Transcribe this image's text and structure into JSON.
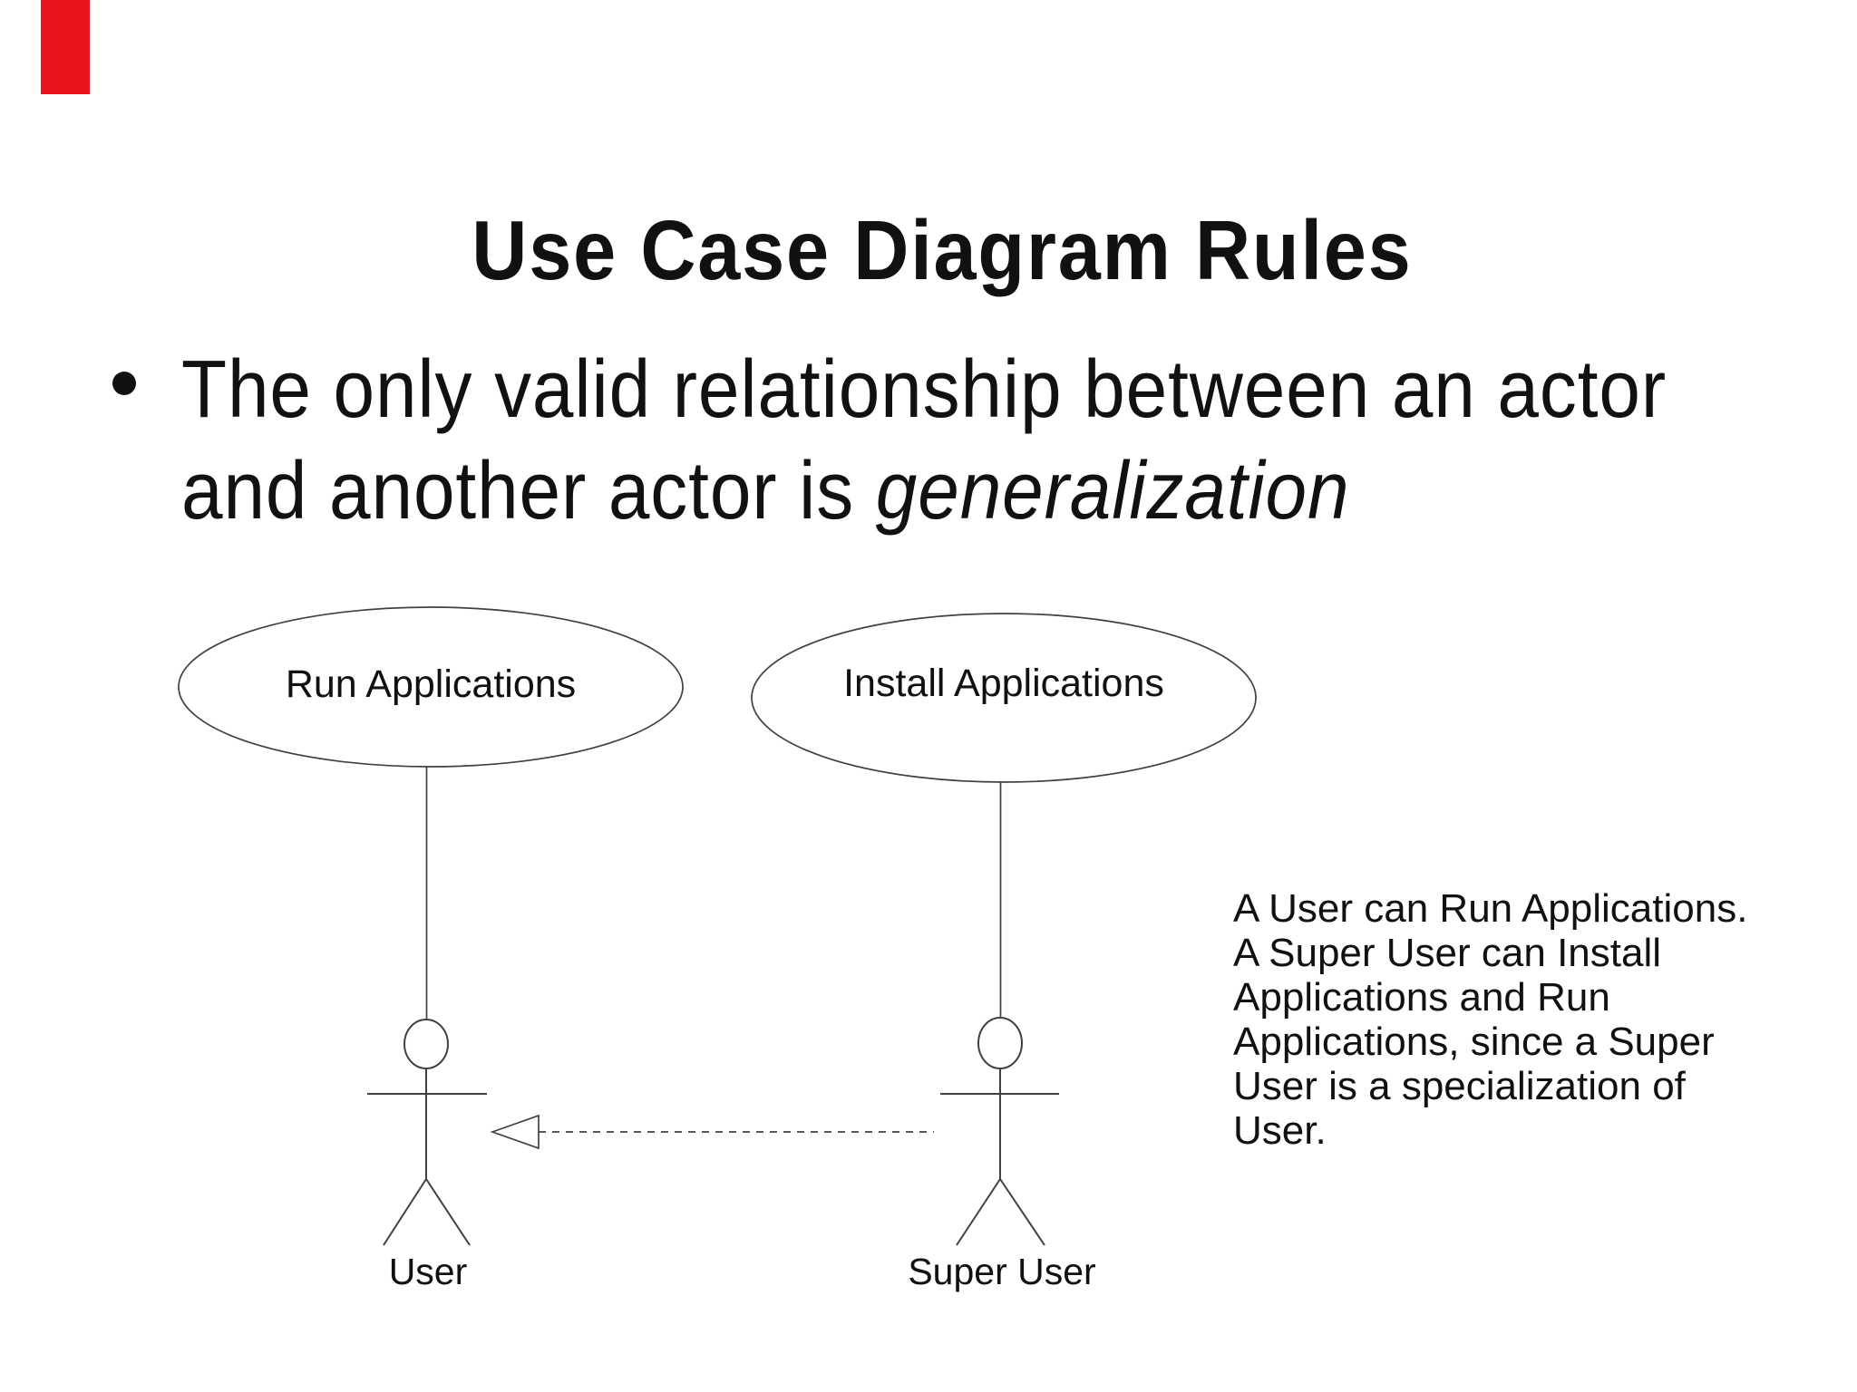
{
  "page": {
    "background_color": "#ffffff",
    "ink_color": "#111111",
    "line_color": "#404040",
    "red_marker_color": "#e9141d"
  },
  "slide": {
    "title": "Use Case Diagram Rules",
    "bullet": {
      "line1": "The only valid relationship between an actor",
      "line2_prefix": "and another actor is ",
      "line2_emphasis": "generalization"
    },
    "note": "A User can Run Applications.\nA Super User can Install\nApplications and Run\nApplications, since a Super\nUser is a specialization of\nUser."
  },
  "diagram": {
    "use_cases": [
      {
        "label": "Run Applications"
      },
      {
        "label": "Install Applications"
      }
    ],
    "actors": [
      {
        "label": "User"
      },
      {
        "label": "Super User"
      }
    ]
  }
}
